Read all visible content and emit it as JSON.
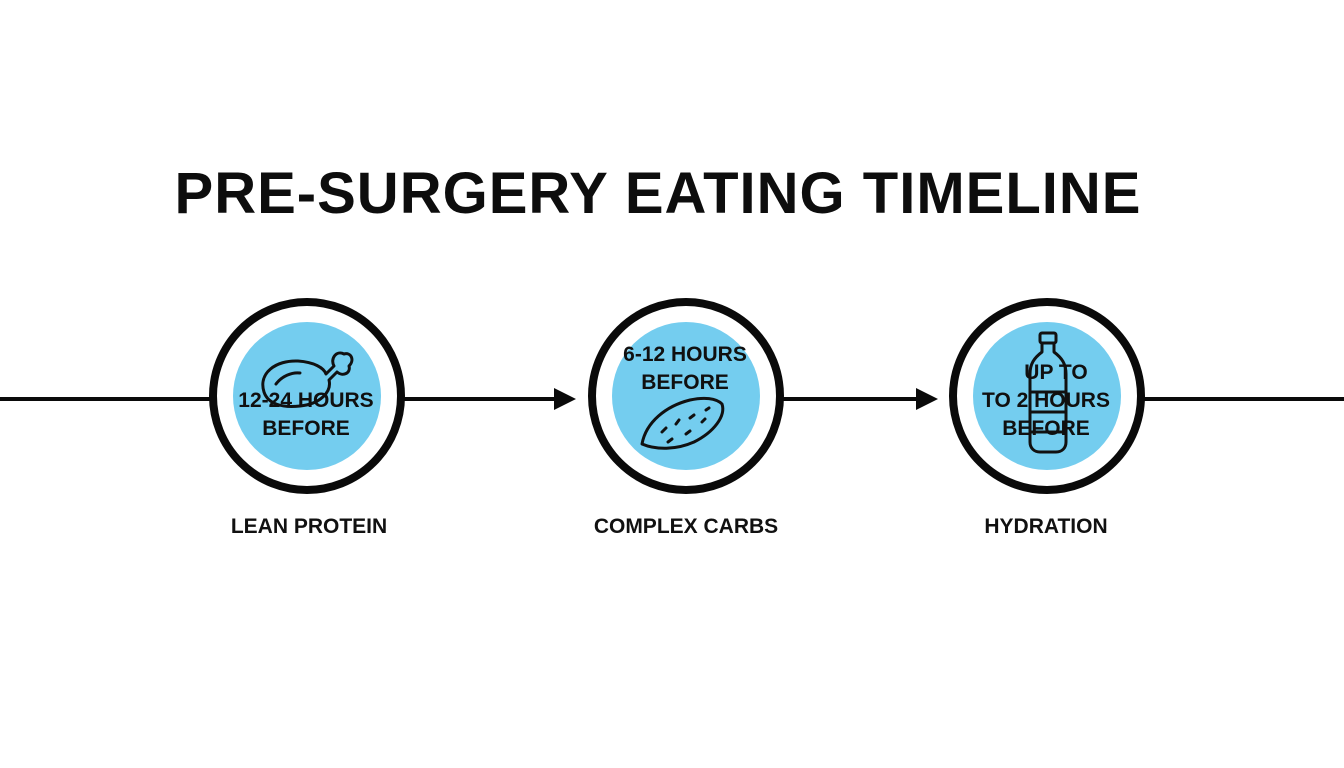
{
  "title": "PRE-SURGERY EATING TIMELINE",
  "colors": {
    "circle_fill": "#74cdef",
    "ring": "#0a0a0a",
    "line": "#0a0a0a"
  },
  "steps": [
    {
      "time_line1": "12-24 HOURS",
      "time_line2": "BEFORE",
      "label": "LEAN PROTEIN",
      "icon": "chicken-leg-icon"
    },
    {
      "time_line1": "6-12 HOURS",
      "time_line2": "BEFORE",
      "label": "COMPLEX CARBS",
      "icon": "sweet-potato-icon"
    },
    {
      "time_line0": "UP TO",
      "time_line1": "TO 2 HOURS",
      "time_line2": "BEFORE",
      "label": "HYDRATION",
      "icon": "water-bottle-icon"
    }
  ]
}
